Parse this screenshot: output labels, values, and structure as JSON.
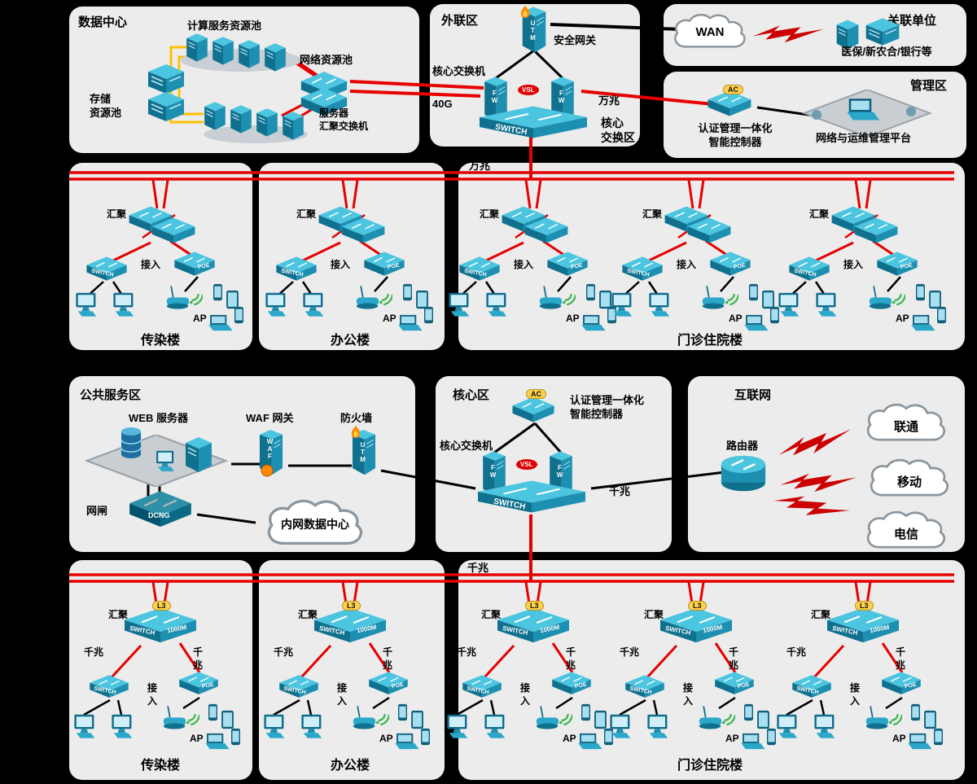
{
  "badges": {
    "utm": "UTM",
    "waf": "WAF",
    "fw": "FW",
    "vsl": "VSL",
    "switch": "SWITCH",
    "ac": "AC",
    "l3": "L3",
    "poe": "POE",
    "dcng": "DCNG",
    "m1000": "1000M"
  },
  "bandwidth": {
    "g40": "40G",
    "g10": "万兆",
    "g1": "千兆"
  },
  "zones": {
    "data_center": {
      "title": "数据中心",
      "compute_pool": "计算服务资源池",
      "network_pool": "网络资源池",
      "storage_pool": "存储\n资源池",
      "server_agg": "服务器\n汇聚交换机"
    },
    "external": {
      "title": "外联区",
      "gateway": "安全网关",
      "core_switch": "核心交换机",
      "core_area": "核心\n交换区"
    },
    "partners": {
      "title": "关联单位",
      "wan": "WAN",
      "orgs": "医保/新农合/银行等"
    },
    "mgmt": {
      "title": "管理区",
      "controller": "认证管理一体化\n智能控制器",
      "platform": "网络与运维管理平台"
    },
    "public": {
      "title": "公共服务区",
      "web": "WEB 服务器",
      "waf_gw": "WAF 网关",
      "firewall": "防火墙",
      "gap": "网闸",
      "idc": "内网数据中心"
    },
    "core": {
      "title": "核心区",
      "controller": "认证管理一体化\n智能控制器",
      "core_switch": "核心交换机"
    },
    "internet": {
      "title": "互联网",
      "router": "路由器",
      "isps": [
        "联通",
        "移动",
        "电信"
      ]
    }
  },
  "buildings": {
    "infectious": "传染楼",
    "office": "办公楼",
    "outpatient": "门诊住院楼"
  },
  "labels": {
    "agg": "汇聚",
    "access": "接入",
    "ap": "AP"
  }
}
